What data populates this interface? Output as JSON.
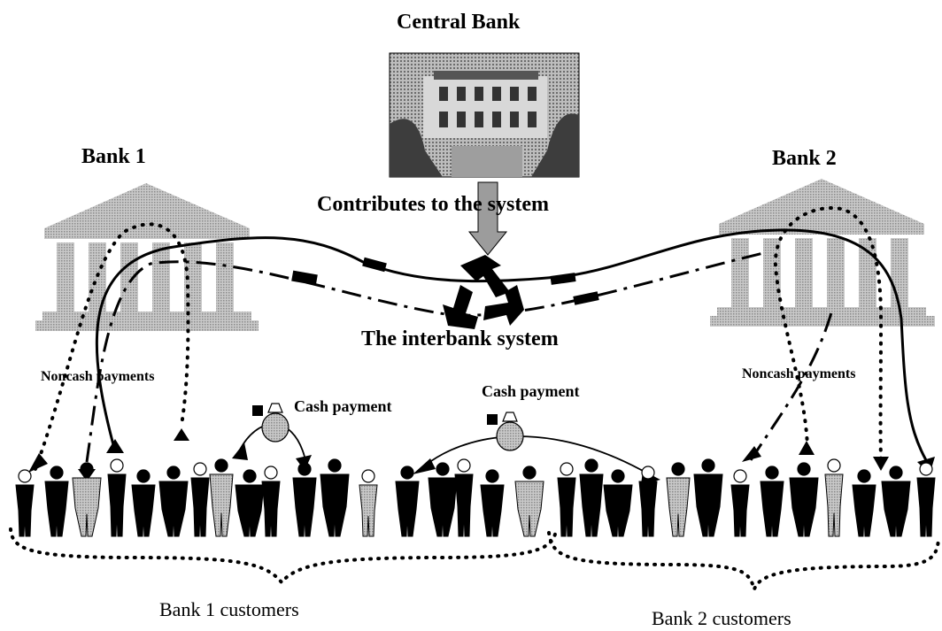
{
  "labels": {
    "central_bank": "Central Bank",
    "bank1": "Bank 1",
    "bank2": "Bank 2",
    "contributes": "Contributes to the system",
    "interbank": "The interbank system",
    "noncash_left": "Noncash payments",
    "noncash_right": "Noncash payments",
    "cash_left": "Cash payment",
    "cash_right": "Cash payment",
    "bank1_customers": "Bank 1 customers",
    "bank2_customers": "Bank 2 customers"
  },
  "icons": {
    "central_bank": "central-bank-building-photo",
    "bank": "classical-bank-building-icon",
    "interbank": "recycle-icon",
    "cash": "money-bag-icon",
    "people": "customer-silhouette-icon"
  },
  "colors": {
    "ink": "#000000",
    "building": "#9a9a9a",
    "photo": "#6f6f6f"
  }
}
